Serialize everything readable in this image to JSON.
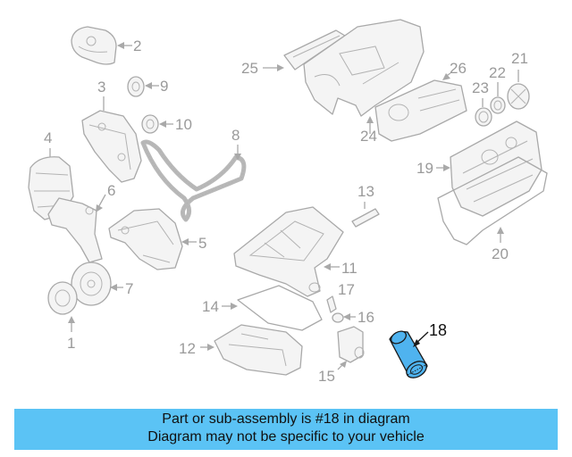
{
  "diagram": {
    "highlight_part": "18",
    "highlight_color": "#4fb3ef",
    "callouts": {
      "c1": "1",
      "c2": "2",
      "c3": "3",
      "c4": "4",
      "c5": "5",
      "c6": "6",
      "c7": "7",
      "c8": "8",
      "c9": "9",
      "c10": "10",
      "c11": "11",
      "c12": "12",
      "c13": "13",
      "c14": "14",
      "c15": "15",
      "c16": "16",
      "c17": "17",
      "c18": "18",
      "c19": "19",
      "c20": "20",
      "c21": "21",
      "c22": "22",
      "c23": "23",
      "c24": "24",
      "c25": "25",
      "c26": "26"
    }
  },
  "banner": {
    "background": "#5bc3f5",
    "line1": "Part or sub-assembly is #18 in diagram",
    "line2": "Diagram may not be specific to your vehicle"
  }
}
